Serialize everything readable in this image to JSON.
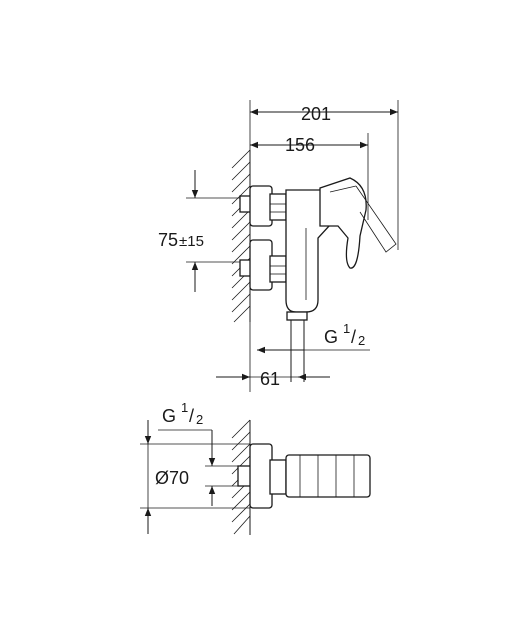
{
  "dimensions": {
    "overall_length": "201",
    "spout_length": "156",
    "center_distance": "75",
    "center_tolerance": "±15",
    "wall_offset": "61",
    "diameter": "Ø70"
  },
  "thread_top": {
    "base": "G",
    "num": "1",
    "den": "2"
  },
  "thread_bottom": {
    "base": "G",
    "num": "1",
    "den": "2"
  }
}
